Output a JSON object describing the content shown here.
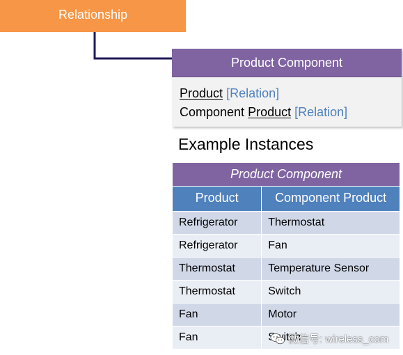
{
  "relationship_box": {
    "label": "Relationship",
    "color": "#f79646"
  },
  "entity": {
    "title": "Product Component",
    "header_color": "#8064a2",
    "attribute_1": {
      "name": "Product",
      "tag": "[Relation]"
    },
    "attribute_2": {
      "prefix": "Component",
      "name": "Product",
      "tag": "[Relation]"
    }
  },
  "example_heading": "Example Instances",
  "instances_table": {
    "caption": "Product Component",
    "columns": [
      "Product",
      "Component Product"
    ],
    "rows": [
      [
        "Refrigerator",
        "Thermostat"
      ],
      [
        "Refrigerator",
        "Fan"
      ],
      [
        "Thermostat",
        "Temperature Sensor"
      ],
      [
        "Thermostat",
        "Switch"
      ],
      [
        "Fan",
        "Motor"
      ],
      [
        "Fan",
        "Switch"
      ]
    ],
    "header_color": "#4f81bd",
    "row_color": "#d0d8e8",
    "row_alt_color": "#e9edf4"
  },
  "watermark": {
    "text": "微信号: wireless_com",
    "icon": "wechat-icon"
  }
}
